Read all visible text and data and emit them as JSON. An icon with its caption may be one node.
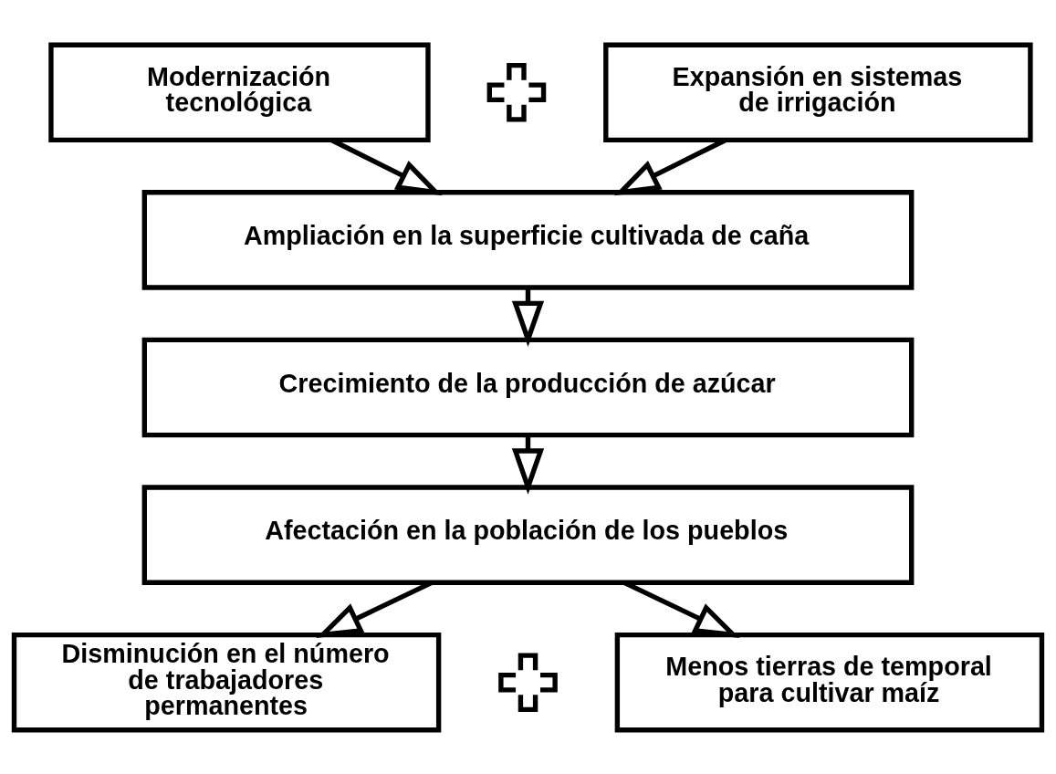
{
  "diagram": {
    "nodes": [
      {
        "text": [
          "Modernización tecnológica"
        ]
      },
      {
        "text": [],
        "shape": "plus"
      },
      {
        "text": [
          "Expansión en sistemas de irrigación"
        ]
      },
      {
        "text": [
          "Ampliación en la superficie cultivada de caña"
        ]
      },
      {
        "text": [
          "Crecimiento de la producción de azúcar"
        ]
      },
      {
        "text": [
          "Afectación en la población de los pueblos"
        ]
      },
      {
        "text": [
          "Disminución en el número de trabajadores permanentes"
        ]
      },
      {
        "text": [],
        "shape": "plus"
      },
      {
        "text": [
          "Menos tierras de temporal para cultivar maíz"
        ]
      }
    ],
    "edges": [
      {
        "from": 0,
        "to": 3,
        "arrow": "to"
      },
      {
        "from": 2,
        "to": 3,
        "arrow": "to"
      },
      {
        "from": 3,
        "to": 4,
        "arrow": "to"
      },
      {
        "from": 4,
        "to": 5,
        "arrow": "to"
      },
      {
        "from": 5,
        "to": 6,
        "arrow": "to"
      },
      {
        "from": 5,
        "to": 8,
        "arrow": "to"
      }
    ]
  }
}
